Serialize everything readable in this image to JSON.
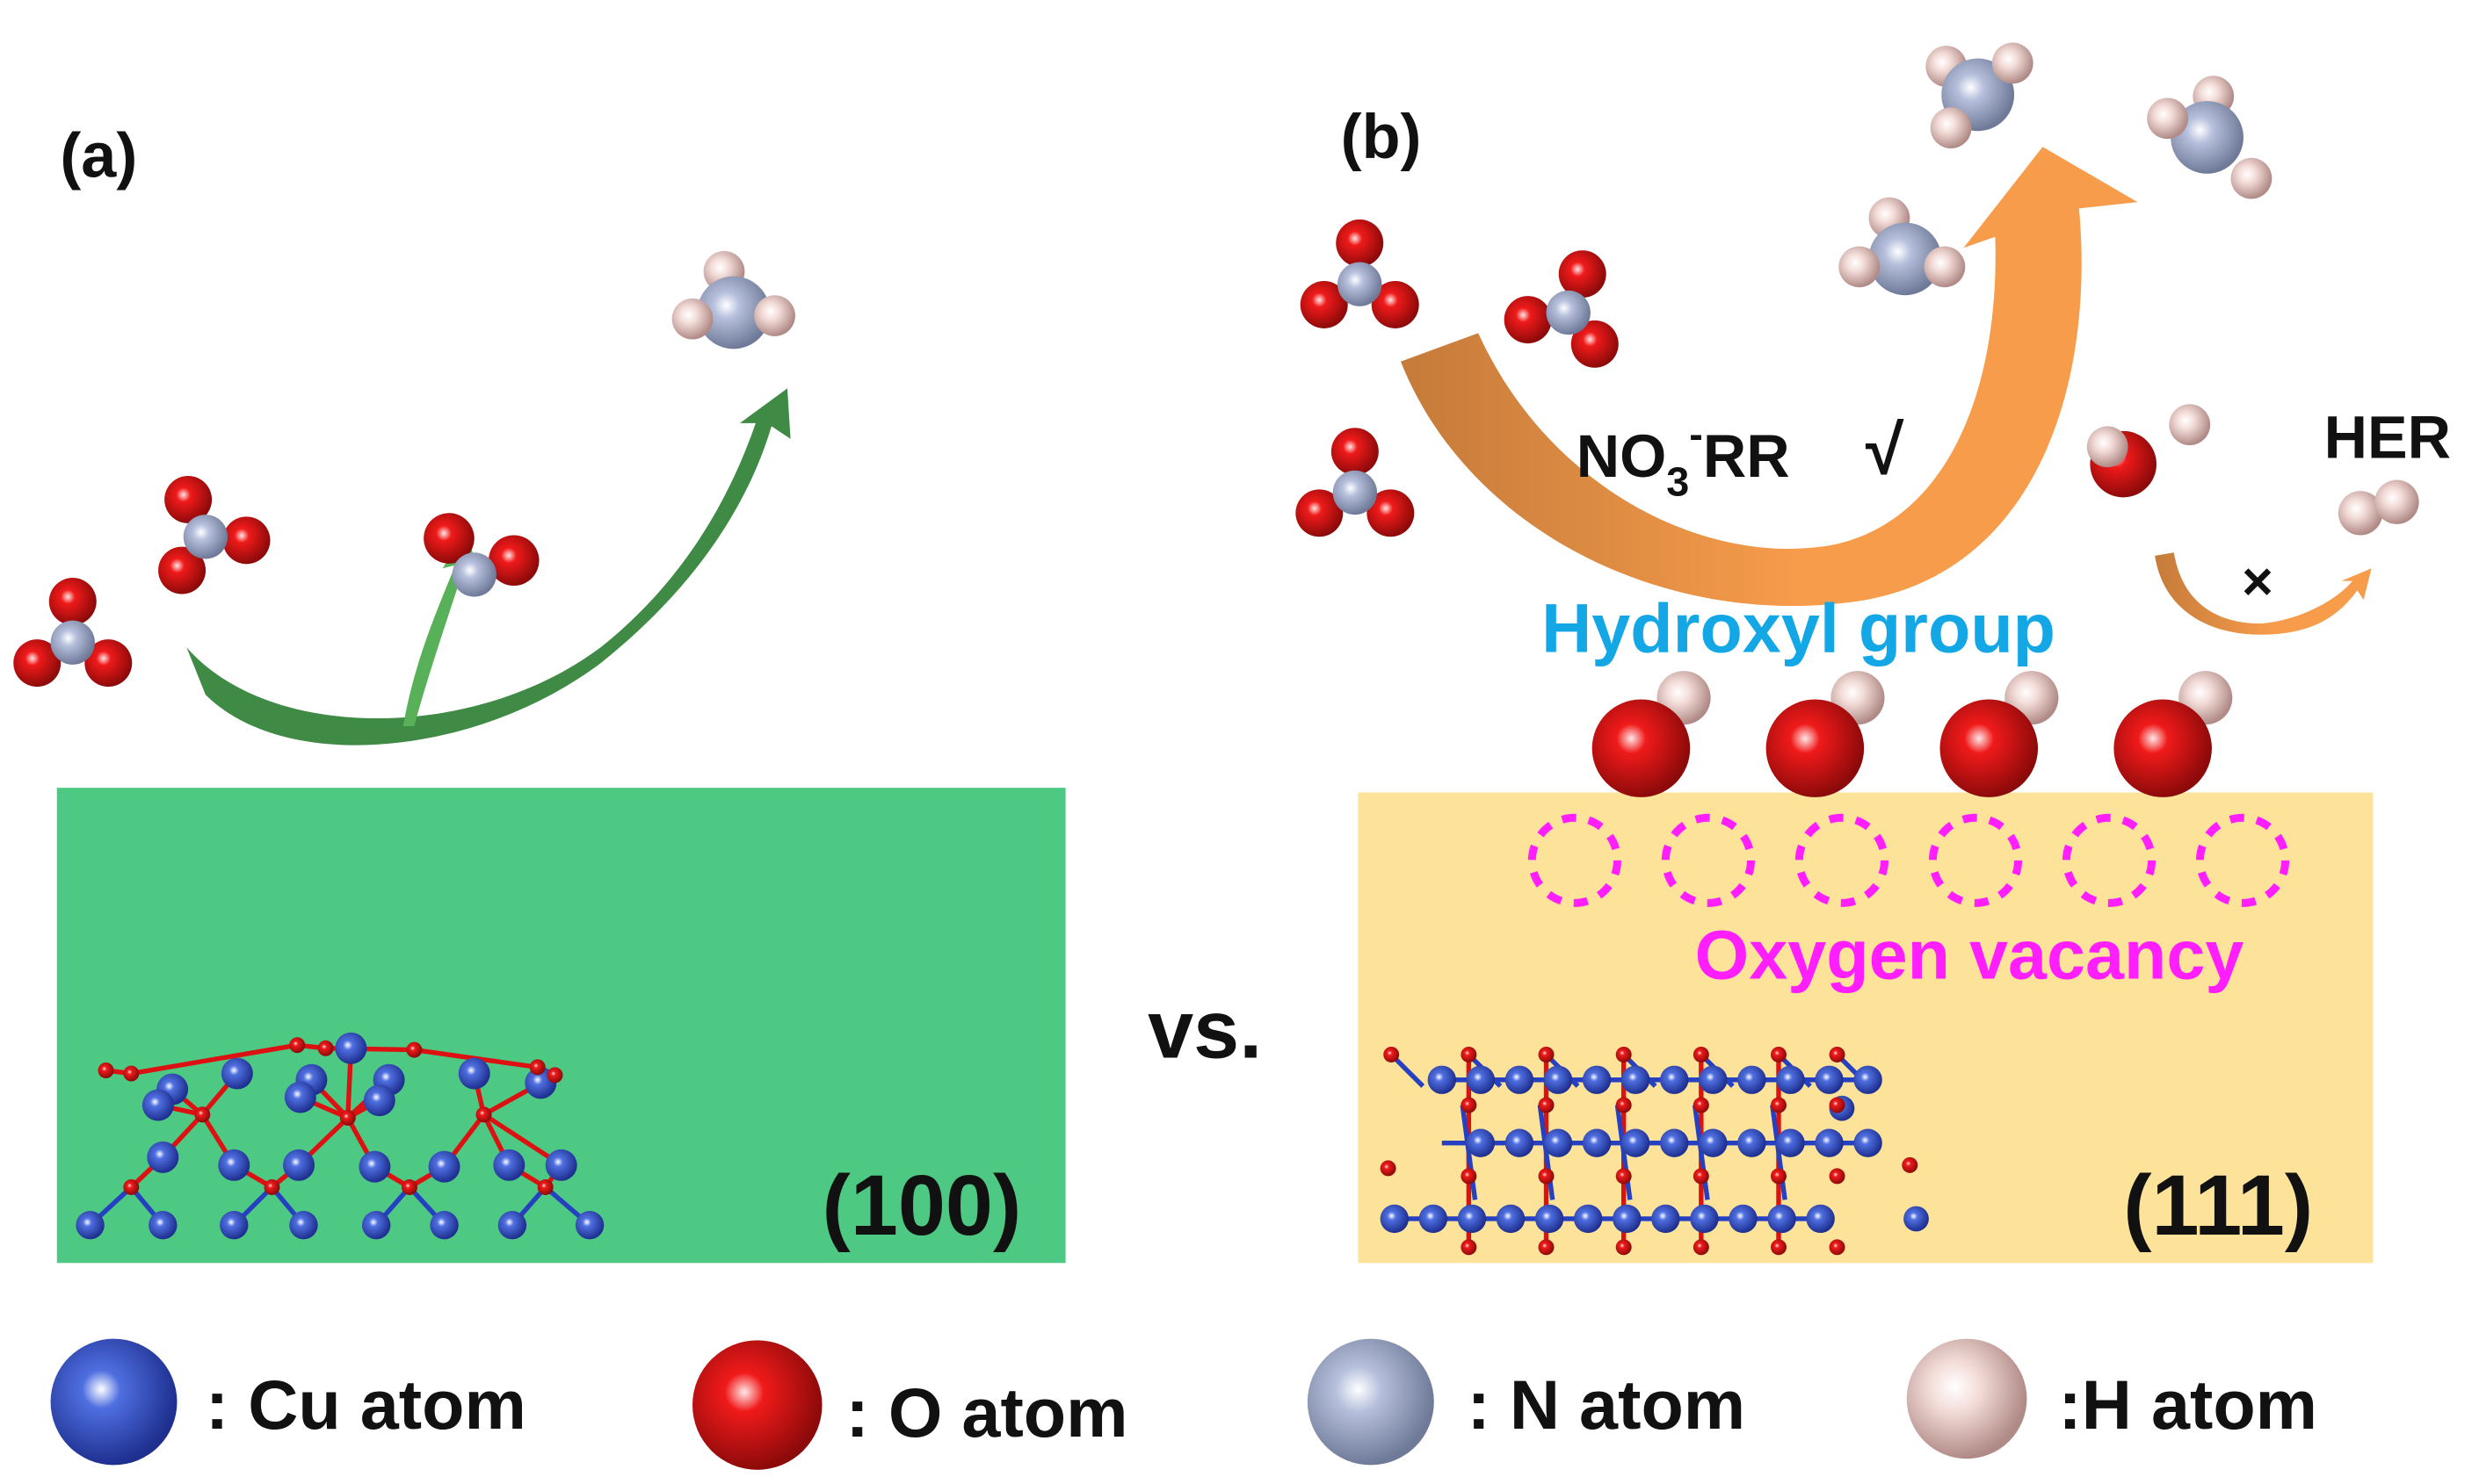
{
  "figure": {
    "panels": [
      {
        "id": "a",
        "label": "(a)",
        "facet_label": "(100)",
        "surface_color": "#4ec983",
        "arrow_color_dark": "#3f8a45",
        "arrow_color_light": "#58b059",
        "reactant": "NO3-",
        "intermediate": "NO2",
        "product": "NH3"
      },
      {
        "id": "b",
        "label": "(b)",
        "facet_label": "(111)",
        "surface_color": "#fde39a",
        "arrow_color_dark": "#c57b3a",
        "arrow_color_light": "#f79c4b",
        "reaction_label_main": "NO",
        "reaction_label_sub": "3",
        "reaction_label_sup": "-",
        "reaction_label_tail": "RR",
        "reaction_mark": "√",
        "her_label": "HER",
        "her_mark": "×",
        "hydroxyl_label": "Hydroxyl  group",
        "hydroxyl_color": "#14a7e6",
        "vacancy_label": "Oxygen  vacancy",
        "vacancy_color": "#ff1eff",
        "hydroxyl_count": 4,
        "vacancy_count": 6
      }
    ],
    "comparison_label": "vs.",
    "legend": [
      {
        "atom": "Cu",
        "label": ": Cu atom",
        "color": "#2f4fc4"
      },
      {
        "atom": "O",
        "label": ": O atom",
        "color": "#e01414"
      },
      {
        "atom": "N",
        "label": ": N atom",
        "color": "#a6b0cc"
      },
      {
        "atom": "H",
        "label": ":H atom",
        "color": "#e6c4c0"
      }
    ]
  }
}
